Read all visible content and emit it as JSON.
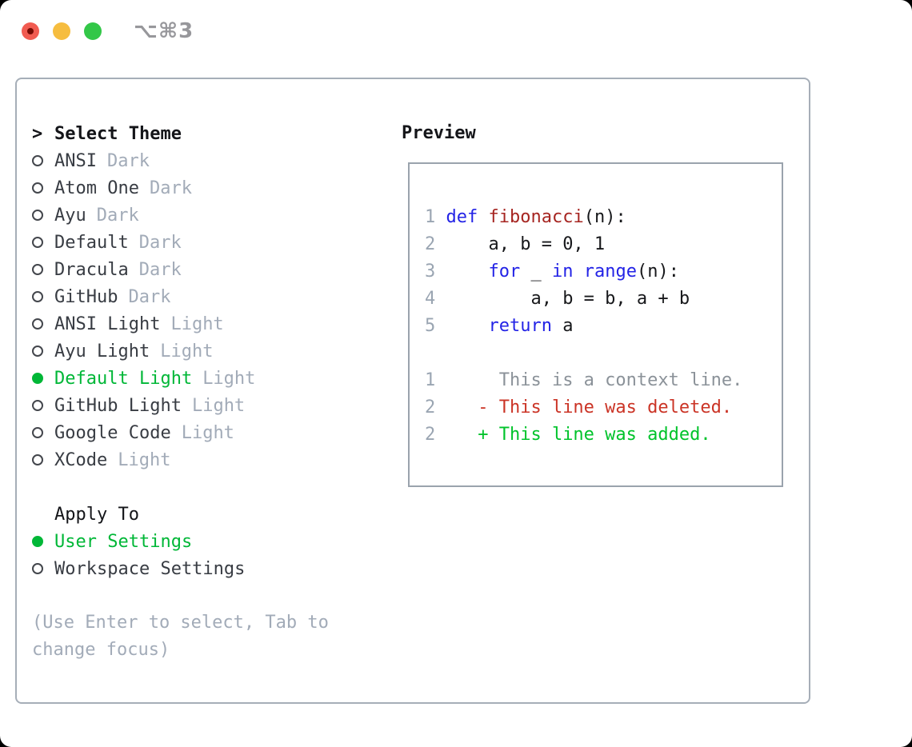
{
  "titlebar": {
    "title": "⌥⌘3"
  },
  "colors": {
    "accent_green": "#00b737",
    "added_green": "#00c32b",
    "keyword_blue": "#2323e6",
    "function_red": "#a62521",
    "deleted_red": "#cb3426",
    "header_text": "#141519",
    "item_text": "#383c43",
    "muted_gray": "#a2abb8",
    "line_number_gray": "#9aa5b2",
    "context_gray": "#8b9299",
    "panel_border": "#a6aeb8",
    "preview_border": "#9aa3ad",
    "titlebar_gray": "#97979b",
    "traffic_red": "#f15b51",
    "traffic_red_dot": "#770b04",
    "traffic_yellow": "#f6bd3f",
    "traffic_green": "#33c748",
    "radio_outline": "#43464c"
  },
  "theme_list": {
    "cursor": ">",
    "header": "Select Theme",
    "items": [
      {
        "name": "ANSI",
        "variant": "Dark",
        "selected": false
      },
      {
        "name": "Atom One",
        "variant": "Dark",
        "selected": false
      },
      {
        "name": "Ayu",
        "variant": "Dark",
        "selected": false
      },
      {
        "name": "Default",
        "variant": "Dark",
        "selected": false
      },
      {
        "name": "Dracula",
        "variant": "Dark",
        "selected": false
      },
      {
        "name": "GitHub",
        "variant": "Dark",
        "selected": false
      },
      {
        "name": "ANSI Light",
        "variant": "Light",
        "selected": false
      },
      {
        "name": "Ayu Light",
        "variant": "Light",
        "selected": false
      },
      {
        "name": "Default Light",
        "variant": "Light",
        "selected": true
      },
      {
        "name": "GitHub Light",
        "variant": "Light",
        "selected": false
      },
      {
        "name": "Google Code",
        "variant": "Light",
        "selected": false
      },
      {
        "name": "XCode",
        "variant": "Light",
        "selected": false
      }
    ]
  },
  "apply_to": {
    "header": "Apply To",
    "items": [
      {
        "name": "User Settings",
        "selected": true
      },
      {
        "name": "Workspace Settings",
        "selected": false
      }
    ]
  },
  "footer": {
    "hint": "(Use Enter to select, Tab to change focus)"
  },
  "preview": {
    "title": "Preview",
    "code_lines": [
      {
        "num": "1",
        "segments": [
          {
            "t": " ",
            "c": "plain"
          },
          {
            "t": "def",
            "c": "keyword"
          },
          {
            "t": " ",
            "c": "plain"
          },
          {
            "t": "fibonacci",
            "c": "function"
          },
          {
            "t": "(n):",
            "c": "plain"
          }
        ]
      },
      {
        "num": "2",
        "segments": [
          {
            "t": "     a, b = 0, 1",
            "c": "plain"
          }
        ]
      },
      {
        "num": "3",
        "segments": [
          {
            "t": "     ",
            "c": "plain"
          },
          {
            "t": "for",
            "c": "keyword"
          },
          {
            "t": " _ ",
            "c": "plain"
          },
          {
            "t": "in",
            "c": "keyword"
          },
          {
            "t": " ",
            "c": "plain"
          },
          {
            "t": "range",
            "c": "keyword"
          },
          {
            "t": "(n):",
            "c": "plain"
          }
        ]
      },
      {
        "num": "4",
        "segments": [
          {
            "t": "         a, b = b, a + b",
            "c": "plain"
          }
        ]
      },
      {
        "num": "5",
        "segments": [
          {
            "t": "     ",
            "c": "plain"
          },
          {
            "t": "return",
            "c": "keyword"
          },
          {
            "t": " a",
            "c": "plain"
          }
        ]
      }
    ],
    "diff_lines": [
      {
        "num": "1",
        "text": "      This is a context line.",
        "kind": "context"
      },
      {
        "num": "2",
        "text": "    - This line was deleted.",
        "kind": "deleted"
      },
      {
        "num": "2",
        "text": "    + This line was added.",
        "kind": "added"
      }
    ]
  }
}
